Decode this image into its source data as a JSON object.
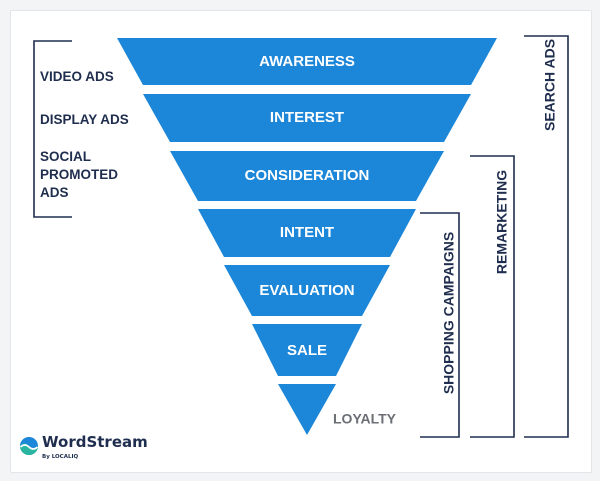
{
  "colors": {
    "funnel_blue": "#1c86d8",
    "navy_text": "#1f2d4e",
    "gray_text": "#6b6f75",
    "white": "#ffffff"
  },
  "funnel": {
    "stages": [
      "AWARENESS",
      "INTEREST",
      "CONSIDERATION",
      "INTENT",
      "EVALUATION",
      "SALE"
    ],
    "tip_label": "LOYALTY"
  },
  "left_bracket": {
    "items": [
      "VIDEO ADS",
      "DISPLAY ADS",
      "SOCIAL",
      "PROMOTED",
      "ADS"
    ]
  },
  "right_brackets": {
    "shopping": "SHOPPING CAMPAIGNS",
    "remarketing": "REMARKETING",
    "search": "SEARCH ADS"
  },
  "logo": {
    "name": "WordStream",
    "byline": "By LOCALIQ",
    "icon": "wave-icon"
  }
}
